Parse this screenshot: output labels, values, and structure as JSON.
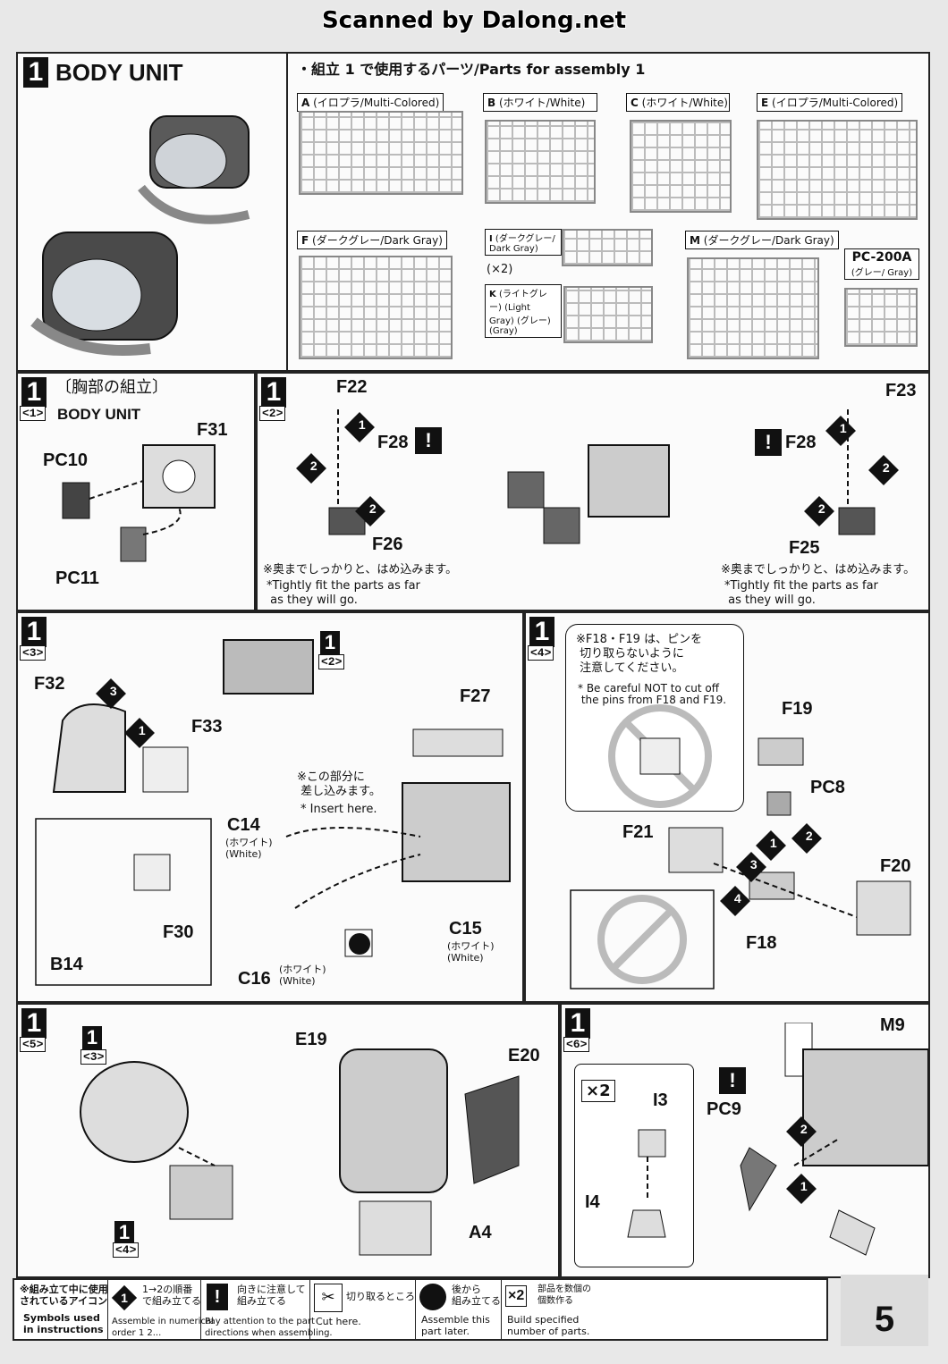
{
  "watermark": "Scanned by Dalong.net",
  "section": {
    "num": "1",
    "title": "BODY UNIT"
  },
  "parts_header": "・組立 1 で使用するパーツ/Parts for assembly 1",
  "runners": [
    {
      "letter": "A",
      "label": "(イロプラ/Multi-Colored)"
    },
    {
      "letter": "B",
      "label": "(ホワイト/White)"
    },
    {
      "letter": "C",
      "label": "(ホワイト/White)"
    },
    {
      "letter": "E",
      "label": "(イロプラ/Multi-Colored)"
    },
    {
      "letter": "F",
      "label": "(ダークグレー/Dark Gray)"
    },
    {
      "letter": "I",
      "label": "(ダークグレー/ Dark Gray)",
      "count": "(×2)"
    },
    {
      "letter": "K",
      "label": "(ライトグレー) (Light Gray) (グレー) (Gray)"
    },
    {
      "letter": "M",
      "label": "(ダークグレー/Dark Gray)"
    },
    {
      "letter": "PC-200A",
      "label": "(グレー/ Gray)"
    }
  ],
  "steps": {
    "s1": {
      "sub": "<1>",
      "title_jp": "〔胸部の組立〕",
      "title_en": "BODY UNIT",
      "parts": [
        "F31",
        "PC10",
        "PC11"
      ]
    },
    "s2": {
      "sub": "<2>",
      "parts": [
        "F22",
        "F28",
        "F26",
        "F23",
        "F28",
        "F25"
      ],
      "note_jp": "※奥までしっかりと、はめ込みます。",
      "note_en": "*Tightly fit the parts as far\n as they will go."
    },
    "s3": {
      "sub": "<3>",
      "parts": [
        "F32",
        "F33",
        "F27",
        "F30",
        "B14",
        "C14",
        "C15",
        "C16"
      ],
      "insert_jp": "※この部分に\n 差し込みます。",
      "insert_en": "* Insert here.",
      "white_jp": "(ホワイト)",
      "white_en": "(White)"
    },
    "s4": {
      "sub": "<4>",
      "note_jp": "※F18・F19 は、ピンを\n 切り取らないように\n 注意してください。",
      "note_en": "* Be careful NOT to cut off\n the pins from F18 and F19.",
      "parts": [
        "F19",
        "PC8",
        "F21",
        "F20",
        "F18"
      ]
    },
    "s5": {
      "sub": "<5>",
      "parts": [
        "E19",
        "E20",
        "A4"
      ]
    },
    "s6": {
      "sub": "<6>",
      "times": "×2",
      "parts": [
        "I3",
        "I4",
        "PC9",
        "M9"
      ]
    }
  },
  "legend": {
    "title_jp": "※組み立て中に使用\nされているアイコン",
    "title_en": "Symbols used\nin instructions",
    "items": [
      {
        "jp": "1→2の順番\nで組み立てる",
        "en": "Assemble in numerical\norder 1 2..."
      },
      {
        "jp": "向きに注意して\n組み立てる",
        "en": "Pay attention to the part\ndirections when assembling."
      },
      {
        "jp": "切り取るところ",
        "en": "Cut here."
      },
      {
        "jp": "後から\n組み立てる",
        "en": "Assemble this\npart later."
      },
      {
        "jp": "部品を数個の\n個数作る",
        "en": "Build specified\nnumber of parts."
      }
    ]
  },
  "page_number": "5"
}
